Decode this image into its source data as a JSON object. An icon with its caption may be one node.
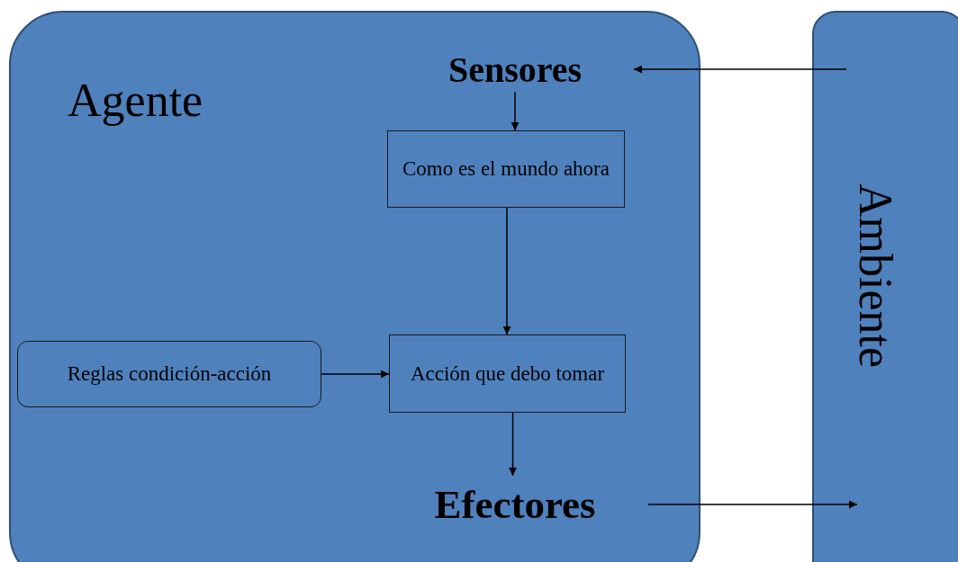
{
  "diagram": {
    "nodes": [
      {
        "text": [
          "Agente"
        ]
      },
      {
        "text": [
          "Sensores"
        ],
        "in": 0
      },
      {
        "text": [
          "Como es el mundo ahora"
        ],
        "in": 0
      },
      {
        "text": [
          "Reglas condición-acción"
        ],
        "in": 0
      },
      {
        "text": [
          "Acción que debo tomar"
        ],
        "in": 0
      },
      {
        "text": [
          "Efectores"
        ],
        "in": 0
      },
      {
        "text": [
          "Ambiente"
        ]
      }
    ],
    "edges": [
      {
        "from": 6,
        "to": 1,
        "arrow": "to"
      },
      {
        "from": 1,
        "to": 2,
        "arrow": "to"
      },
      {
        "from": 2,
        "to": 4,
        "arrow": "to"
      },
      {
        "from": 3,
        "to": 4,
        "arrow": "to"
      },
      {
        "from": 4,
        "to": 5,
        "arrow": "to"
      },
      {
        "from": 5,
        "to": 6,
        "arrow": "to"
      }
    ]
  }
}
